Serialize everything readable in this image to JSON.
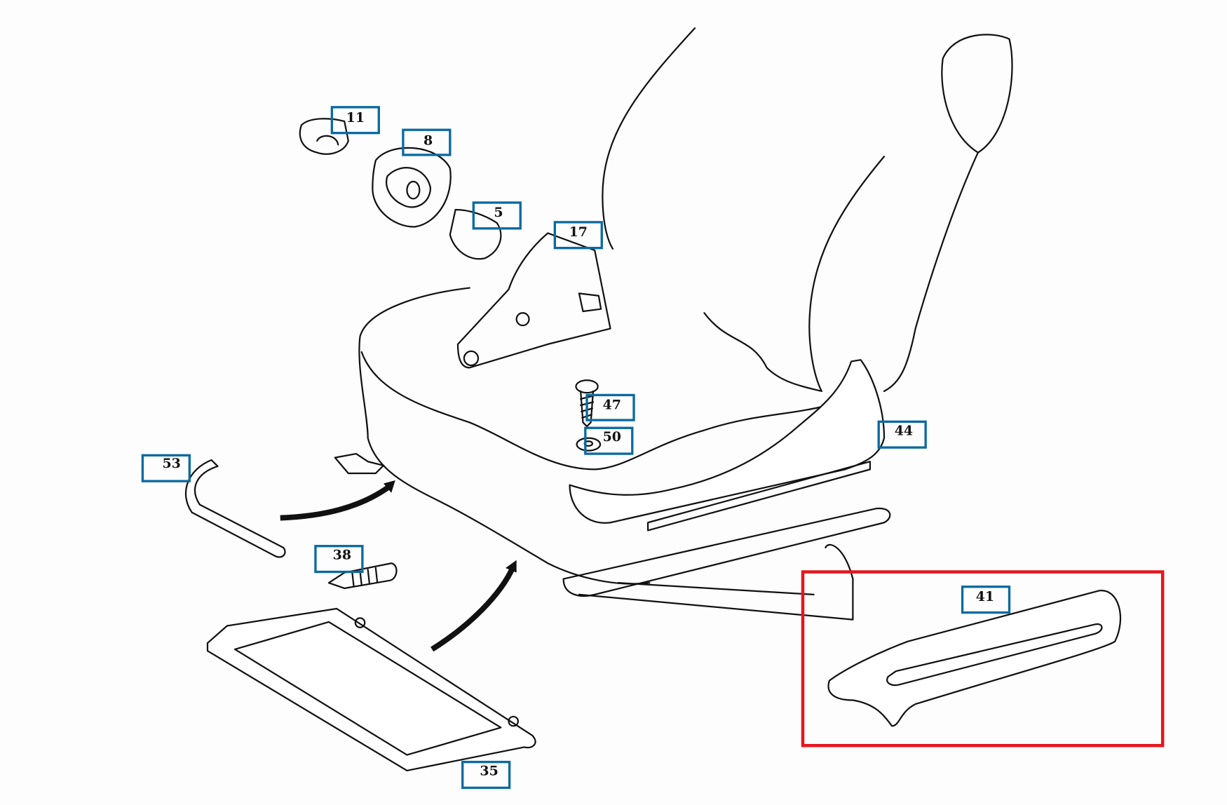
{
  "diagram": {
    "labels": {
      "p11": "11",
      "p8": "8",
      "p5": "5",
      "p17": "17",
      "p47": "47",
      "p50": "50",
      "p44": "44",
      "p53": "53",
      "p38": "38",
      "p35": "35",
      "p41": "41"
    },
    "colors": {
      "label_border": "#0b6aa0",
      "highlight": "#e8141c"
    },
    "highlighted_part": "41"
  }
}
